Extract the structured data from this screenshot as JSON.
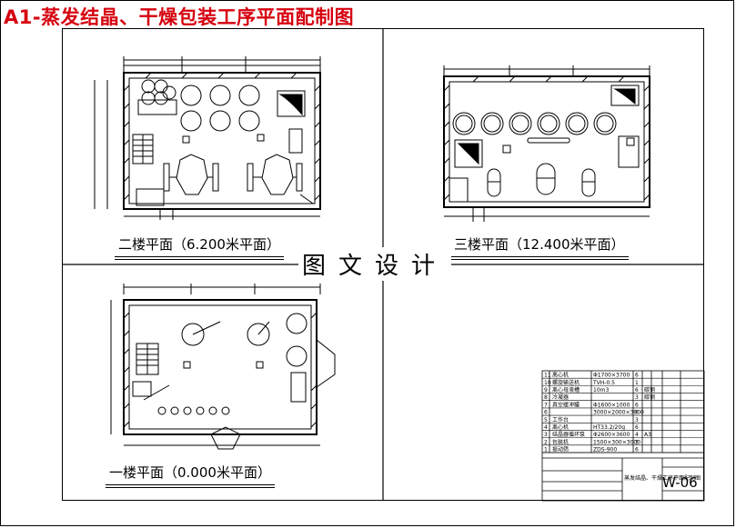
{
  "title": "A1-蒸发结晶、干燥包装工序平面配制图",
  "plans": {
    "second_floor": "二楼平面（6.200米平面）",
    "third_floor": "三楼平面（12.400米平面）",
    "first_floor": "一楼平面（0.000米平面）"
  },
  "watermark": "图文设计",
  "drawing_number": "W-06",
  "title_block": {
    "rows": [
      {
        "no": "11",
        "name": "离心机",
        "spec": "Φ1700×3700",
        "qty": "6",
        "note": ""
      },
      {
        "no": "10",
        "name": "螺旋输送机",
        "spec": "TVH-0.5",
        "qty": "1",
        "note": ""
      },
      {
        "no": "9",
        "name": "离心母液槽",
        "spec": "10m3",
        "qty": "6",
        "note": "碳钢"
      },
      {
        "no": "8",
        "name": "冷凝器",
        "spec": "",
        "qty": "3",
        "note": "碳钢"
      },
      {
        "no": "7",
        "name": "真空缓冲罐",
        "spec": "Φ1600×1000",
        "qty": "6",
        "note": ""
      },
      {
        "no": "6",
        "name": "",
        "spec": "3000×2000×3000",
        "qty": "6",
        "note": ""
      },
      {
        "no": "5",
        "name": "工作台",
        "spec": "",
        "qty": "3",
        "note": ""
      },
      {
        "no": "4",
        "name": "离心机",
        "spec": "HT33.2/20g",
        "qty": "6",
        "note": ""
      },
      {
        "no": "3",
        "name": "结晶器循环泵",
        "spec": "Φ2600×3600",
        "qty": "4",
        "note": "A3"
      },
      {
        "no": "2",
        "name": "包装机",
        "spec": "1500×300×3000",
        "qty": "3",
        "note": ""
      },
      {
        "no": "1",
        "name": "振动筛",
        "spec": "ZDS-900",
        "qty": "6",
        "note": ""
      }
    ],
    "caption": "蒸发结晶、干燥工序平面配制图"
  }
}
